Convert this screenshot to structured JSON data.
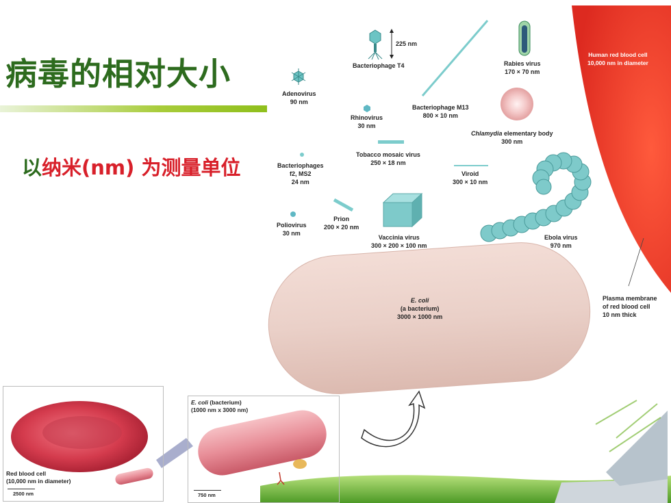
{
  "title": "病毒的相对大小",
  "subtitle": {
    "part1": "以",
    "part2": "纳米(nm)",
    "part3": " 为测量单位"
  },
  "figure": {
    "bacteriophage_t4": {
      "name": "Bacteriophage T4",
      "size": "225 nm"
    },
    "adenovirus": {
      "name": "Adenovirus",
      "size": "90 nm"
    },
    "rhinovirus": {
      "name": "Rhinovirus",
      "size": "30 nm"
    },
    "bacteriophage_m13": {
      "name": "Bacteriophage M13",
      "size": "800 × 10 nm"
    },
    "rabies": {
      "name": "Rabies virus",
      "size": "170 × 70 nm"
    },
    "chlamydia": {
      "name": "Chlamydia",
      "name_suffix": " elementary body",
      "size": "300 nm"
    },
    "human_rbc": {
      "name": "Human red blood cell",
      "size": "10,000 nm in diameter"
    },
    "tobacco": {
      "name": "Tobacco mosaic virus",
      "size": "250 × 18 nm"
    },
    "bacteriophages_f2": {
      "name": "Bacteriophages",
      "name2": "f2, MS2",
      "size": "24 nm"
    },
    "viroid": {
      "name": "Viroid",
      "size": "300 × 10 nm"
    },
    "prion": {
      "name": "Prion",
      "size": "200 × 20 nm"
    },
    "poliovirus": {
      "name": "Poliovirus",
      "size": "30 nm"
    },
    "vaccinia": {
      "name": "Vaccinia virus",
      "size": "300 × 200 × 100 nm"
    },
    "ebola": {
      "name": "Ebola virus",
      "size": "970 nm"
    },
    "ecoli": {
      "name": "E. coli",
      "desc": "(a bacterium)",
      "size": "3000 × 1000 nm"
    },
    "plasma": {
      "line1": "Plasma membrane",
      "line2": "of red blood cell",
      "line3": "10 nm thick"
    }
  },
  "inset_left": {
    "label1": "Red blood cell",
    "label2": "(10,000 nm in diameter)",
    "scale": "2500 nm"
  },
  "inset_right": {
    "title_italic": "E. coli",
    "title_rest": " (bacterium)",
    "title2": "(1000 nm x 3000 nm)",
    "scale": "750 nm"
  },
  "colors": {
    "title_green": "#2d6b1e",
    "accent_red": "#d8202a",
    "rbc_red": "#e8302a"
  }
}
